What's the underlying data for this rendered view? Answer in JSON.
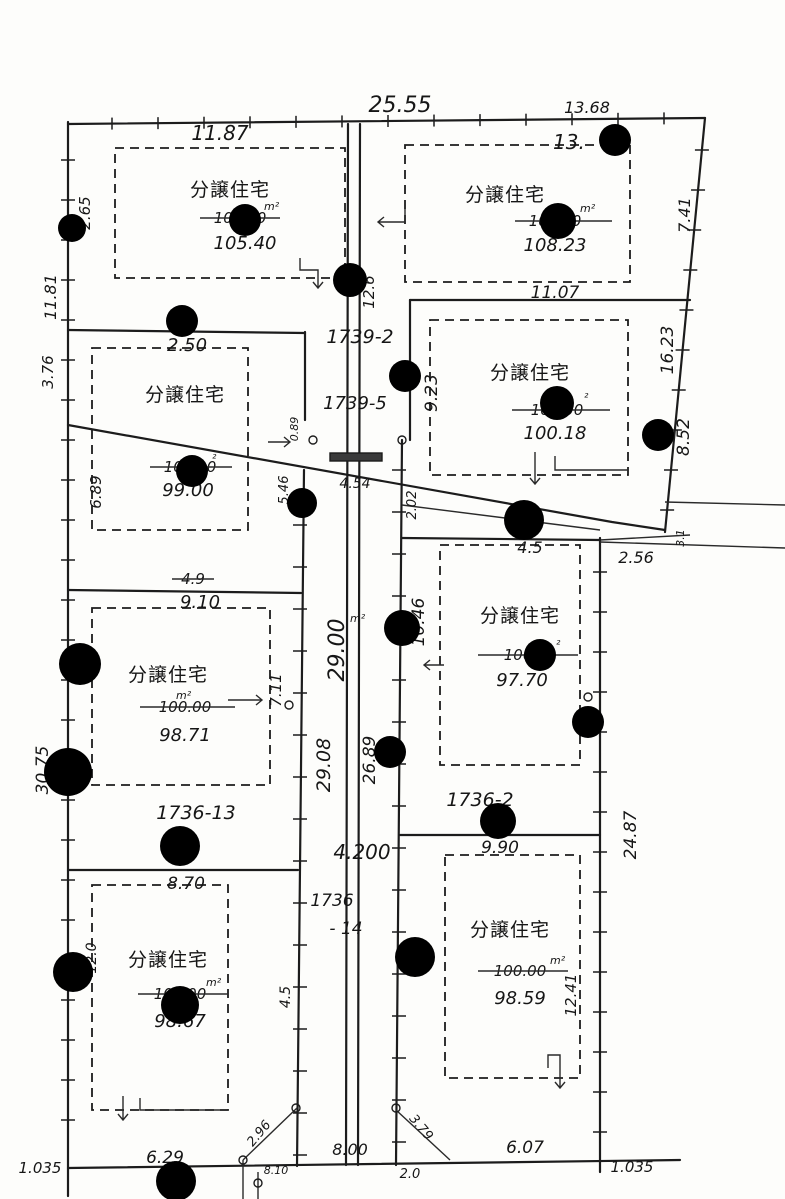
{
  "lots": [
    {
      "label": "分譲住宅",
      "struck_area": "100.00",
      "area": "105.40",
      "unit": "m²"
    },
    {
      "label": "分譲住宅",
      "struck_area": "100.00",
      "area": "108.23",
      "unit": "m²"
    },
    {
      "label": "分譲住宅",
      "struck_area": "100.00",
      "area": "99.00",
      "unit": "²"
    },
    {
      "label": "分譲住宅",
      "struck_area": "100.00",
      "area": "100.18",
      "unit": "²"
    },
    {
      "label": "分譲住宅",
      "struck_area": "100.00",
      "area": "97.70",
      "unit": "²"
    },
    {
      "label": "分譲住宅",
      "struck_area": "100.00",
      "area": "98.71",
      "unit": "m²"
    },
    {
      "label": "分譲住宅",
      "struck_area": "100.00",
      "area": "98.59",
      "unit": "m²"
    },
    {
      "label": "分譲住宅",
      "struck_area": "100.00",
      "area": "98.67",
      "unit": "m²"
    }
  ],
  "parcels": [
    "1739-2",
    "1739-5",
    "1736-13",
    "1736-2",
    "1736",
    "- 14"
  ],
  "road_unit": "m²",
  "dimensions": [
    "25.55",
    "13.68",
    "13.",
    "11.87",
    "2.65",
    "11.81",
    "12.6",
    "7.41",
    "11.07",
    "2.50",
    "3.76",
    "0.89",
    "9.23",
    "16.23",
    "8.52",
    "6.89",
    "5.46",
    "4.54",
    "2.02",
    "4.5",
    "2.56",
    "3.1",
    "4.9",
    "9.10",
    "10.46",
    "29.00",
    "7.11",
    "29.08",
    "26.89",
    "30.75",
    "24.87",
    "4.200",
    "9.90",
    "8.70",
    "12.41",
    "12.0",
    "4.5",
    "1.035",
    "6.29",
    "8.10",
    "8.00",
    "2.96",
    "3.79",
    "2.0",
    "6.07",
    "1.035"
  ]
}
